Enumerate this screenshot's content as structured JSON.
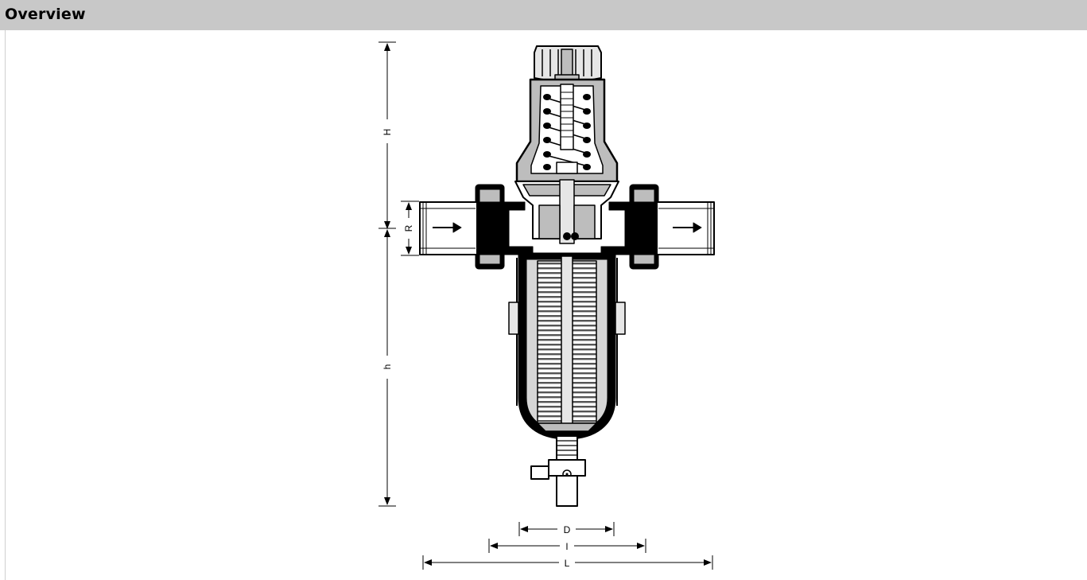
{
  "header": {
    "title": "Overview"
  },
  "diagram": {
    "subject": "pressure reducing valve with filter, cross-section",
    "dimensions": {
      "H": "H",
      "R": "R",
      "h": "h",
      "D": "D",
      "l": "l",
      "L": "L"
    },
    "colors": {
      "line": "#000000",
      "fill_gray": "#bdbdbd",
      "fill_light": "#e6e6e6",
      "header_bg": "#c8c8c8"
    }
  }
}
